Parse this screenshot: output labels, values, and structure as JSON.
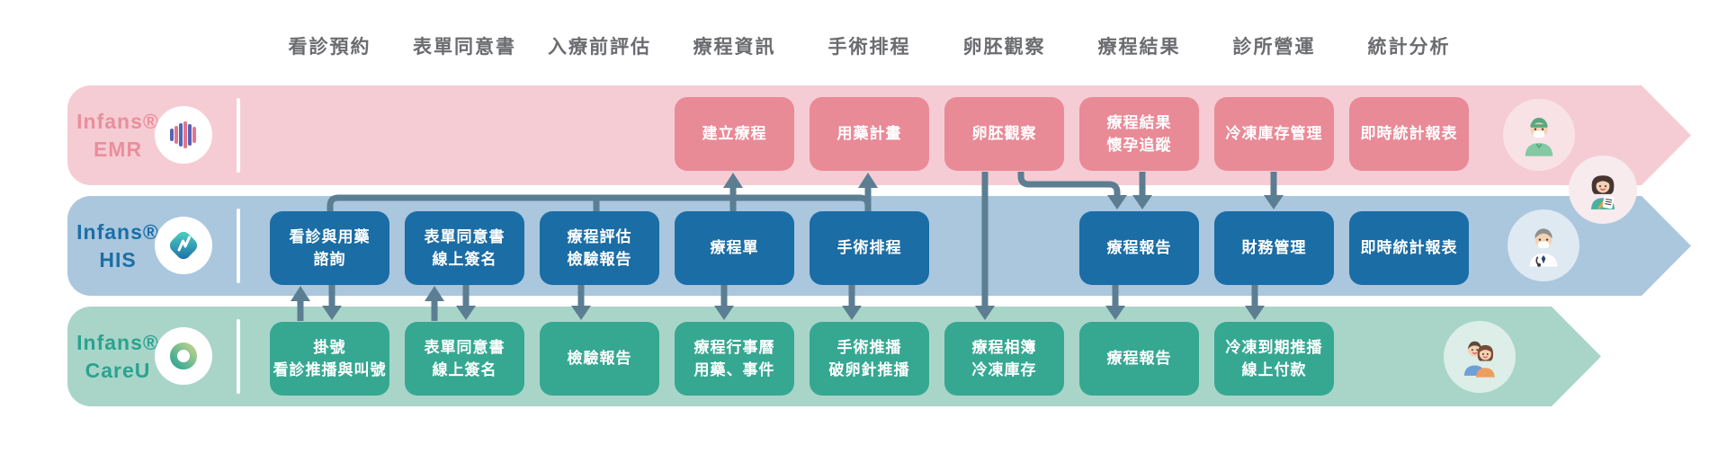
{
  "header": {
    "columns": [
      "看診預約",
      "表單同意書",
      "入療前評估",
      "療程資訊",
      "手術排程",
      "卵胚觀察",
      "療程結果",
      "診所營運",
      "統計分析"
    ]
  },
  "rows": [
    {
      "id": "emr",
      "brand": "Infans®",
      "product": "EMR",
      "logo_icon": "waveform-icon",
      "persona_icon": "surgeon-icon",
      "band_color": "#f6ccd4",
      "box_color": "#e98a97",
      "boxes": [
        {
          "column": "療程資訊",
          "label": "建立療程"
        },
        {
          "column": "手術排程",
          "label": "用藥計畫"
        },
        {
          "column": "卵胚觀察",
          "label": "卵胚觀察"
        },
        {
          "column": "療程結果",
          "label": "療程結果\n懷孕追蹤"
        },
        {
          "column": "診所營運",
          "label": "冷凍庫存管理"
        },
        {
          "column": "統計分析",
          "label": "即時統計報表"
        }
      ]
    },
    {
      "id": "his",
      "brand": "Infans®",
      "product": "HIS",
      "logo_icon": "his-diamond-logo-icon",
      "persona_icon": "doctor-icon",
      "band_color": "#aac7de",
      "box_color": "#1b6da5",
      "boxes": [
        {
          "column": "看診預約",
          "label": "看診與用藥\n諮詢"
        },
        {
          "column": "表單同意書",
          "label": "表單同意書\n線上簽名"
        },
        {
          "column": "入療前評估",
          "label": "療程評估\n檢驗報告"
        },
        {
          "column": "療程資訊",
          "label": "療程單"
        },
        {
          "column": "手術排程",
          "label": "手術排程"
        },
        {
          "column": "療程結果",
          "label": "療程報告"
        },
        {
          "column": "診所營運",
          "label": "財務管理"
        },
        {
          "column": "統計分析",
          "label": "即時統計報表"
        }
      ]
    },
    {
      "id": "careu",
      "brand": "Infans®",
      "product": "CareU",
      "logo_icon": "careu-ring-logo-icon",
      "persona_icon": "family-icon",
      "band_color": "#a9d5c8",
      "box_color": "#36a892",
      "boxes": [
        {
          "column": "看診預約",
          "label": "掛號\n看診推播與叫號"
        },
        {
          "column": "表單同意書",
          "label": "表單同意書\n線上簽名"
        },
        {
          "column": "入療前評估",
          "label": "檢驗報告"
        },
        {
          "column": "療程資訊",
          "label": "療程行事曆\n用藥、事件"
        },
        {
          "column": "手術排程",
          "label": "手術推播\n破卵針推播"
        },
        {
          "column": "卵胚觀察",
          "label": "療程相簿\n冷凍庫存"
        },
        {
          "column": "療程結果",
          "label": "療程報告"
        },
        {
          "column": "診所營運",
          "label": "冷凍到期推播\n線上付款"
        }
      ]
    }
  ],
  "connections": [
    {
      "from": "HIS 看診與用藥諮詢",
      "to": "HIS 療程評估檢驗報告",
      "style": "elbow"
    },
    {
      "from": "HIS 看診與用藥諮詢",
      "to": "EMR 建立療程",
      "style": "trunk-up-arrow"
    },
    {
      "from": "HIS 看診與用藥諮詢",
      "to": "EMR 用藥計畫",
      "style": "trunk-up-arrow"
    },
    {
      "from": "HIS 療程單",
      "to": "EMR 建立療程",
      "style": "up-arrow"
    },
    {
      "from": "HIS 手術排程",
      "to": "EMR 用藥計畫",
      "style": "up-arrow"
    },
    {
      "from": "EMR 卵胚觀察",
      "to": "CareU 療程相簿冷凍庫存",
      "style": "down-arrow"
    },
    {
      "from": "EMR 卵胚觀察",
      "to": "HIS 療程報告",
      "style": "elbow-down-arrow"
    },
    {
      "from": "EMR 療程結果懷孕追蹤",
      "to": "HIS 療程報告",
      "style": "down-arrow"
    },
    {
      "from": "EMR 冷凍庫存管理",
      "to": "HIS 財務管理",
      "style": "down-arrow"
    },
    {
      "from": "HIS 看診與用藥諮詢",
      "to": "CareU 掛號看診推播與叫號",
      "style": "bidirectional"
    },
    {
      "from": "HIS 表單同意書線上簽名",
      "to": "CareU 表單同意書線上簽名",
      "style": "bidirectional"
    },
    {
      "from": "HIS 療程評估檢驗報告",
      "to": "CareU 檢驗報告",
      "style": "down-arrow"
    },
    {
      "from": "HIS 療程單",
      "to": "CareU 療程行事曆用藥、事件",
      "style": "down-arrow"
    },
    {
      "from": "HIS 手術排程",
      "to": "CareU 手術推播破卵針推播",
      "style": "down-arrow"
    },
    {
      "from": "HIS 療程報告",
      "to": "CareU 療程報告",
      "style": "down-arrow"
    },
    {
      "from": "HIS 財務管理",
      "to": "CareU 冷凍到期推播線上付款",
      "style": "down-arrow"
    }
  ],
  "colors": {
    "arrow": "#5b7e93",
    "header_text": "#6b6c6f",
    "emr_band": "#f6ccd4",
    "emr_box": "#e98a97",
    "emr_text": "#e98f9c",
    "his_band": "#aac7de",
    "his_box": "#1b6da5",
    "his_text": "#1c6ea6",
    "careu_band": "#a9d5c8",
    "careu_box": "#36a892",
    "careu_text": "#2aa390"
  }
}
